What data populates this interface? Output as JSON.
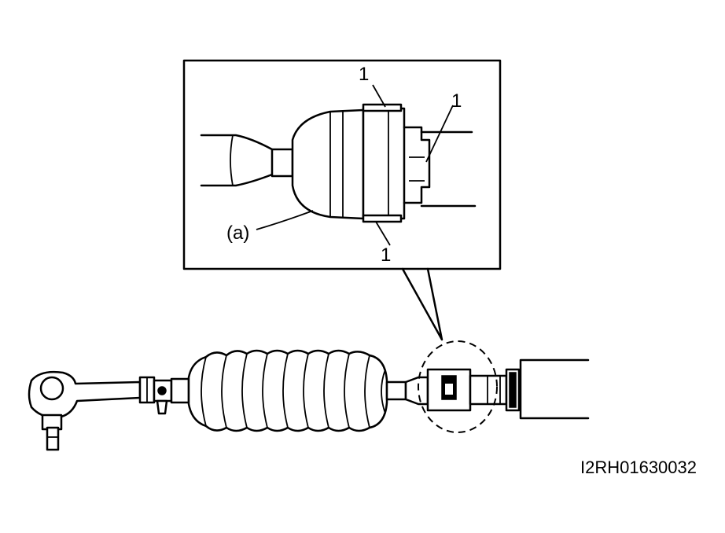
{
  "labels": {
    "callout_top": "1",
    "callout_right": "1",
    "callout_bottom": "1",
    "callout_a": "(a)",
    "figure_code": "I2RH01630032"
  }
}
